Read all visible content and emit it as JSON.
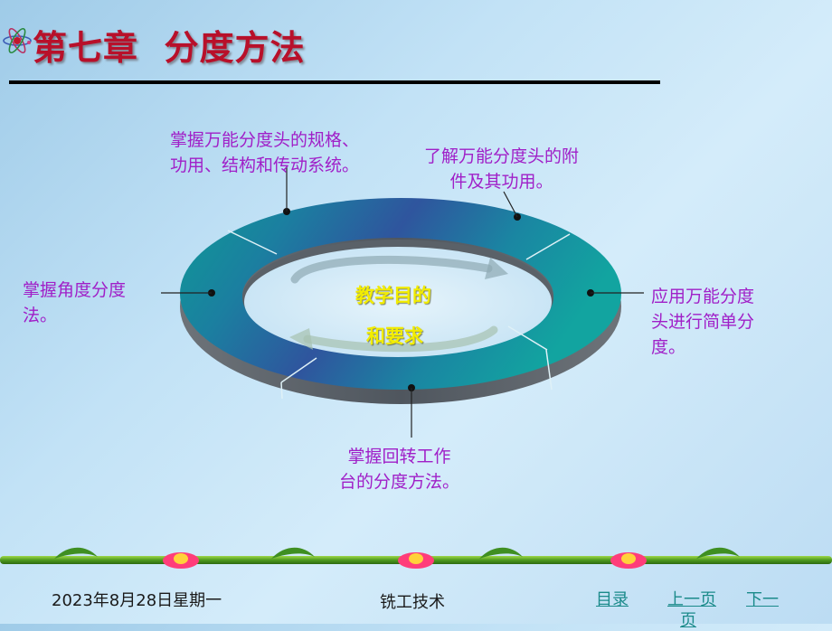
{
  "slide": {
    "title": "第七章  分度方法",
    "center_line1": "教学目的",
    "center_line2": "和要求",
    "callouts": {
      "top_left_1": "掌握万能分度头的规格、",
      "top_left_2": "功用、结构和传动系统。",
      "top_right_1": "了解万能分度头的附",
      "top_right_2": "件及其功用。",
      "left_1": "掌握角度分度",
      "left_2": "法。",
      "right_1": "应用万能分度",
      "right_2": "头进行简单分",
      "right_3": "度。",
      "bottom_1": "掌握回转工作",
      "bottom_2": "台的分度方法。"
    }
  },
  "footer": {
    "date": "2023年8月28日星期一",
    "course": "铣工技术"
  },
  "nav": {
    "contents": "目录",
    "prev": "上一页",
    "next_1": "下一",
    "next_2": "页"
  },
  "colors": {
    "title": "#b8102a",
    "callout": "#a020c8",
    "center_text": "#f2ec00",
    "ring_teal": "#0e9a96",
    "ring_blue": "#2a4f9a",
    "nav_link": "#1a8a8a"
  },
  "icons": [
    "atom-icon",
    "flower-icon",
    "leaf-icon"
  ]
}
